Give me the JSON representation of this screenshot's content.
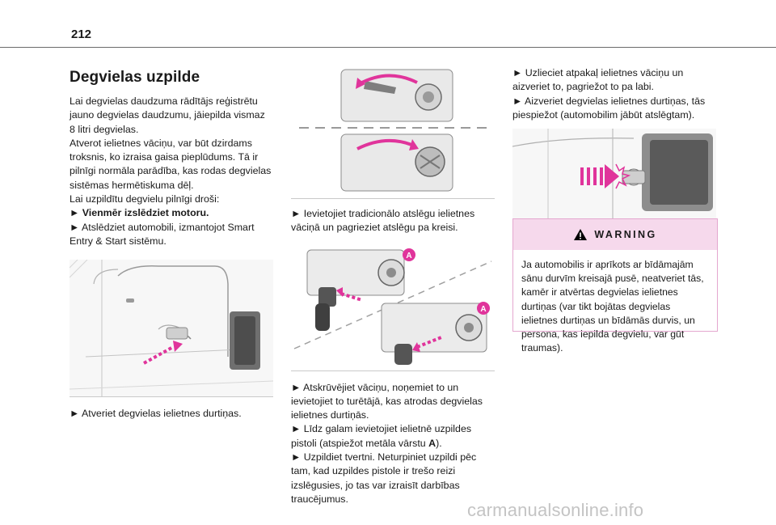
{
  "page": {
    "number": "212"
  },
  "col1": {
    "title": "Degvielas uzpilde",
    "paragraphs": [
      "Lai degvielas daudzuma rādītājs reģistrētu jauno degvielas daudzumu, jāiepilda vismaz 8 litri degvielas.",
      "Atverot ielietnes vāciņu, var būt dzirdams troksnis, ko izraisa gaisa pieplūdums. Tā ir pilnīgi normāla parādība, kas rodas degvielas sistēmas hermētiskuma dēļ.",
      "Lai uzpildītu degvielu pilnīgi droši:"
    ],
    "step_bold": "► Vienmēr izslēdziet motoru.",
    "step2": "► Atslēdziet automobili, izmantojot Smart Entry & Start sistēmu.",
    "caption": "► Atveriet degvielas ielietnes durtiņas."
  },
  "col2": {
    "caption1": "► Ievietojiet tradicionālo atslēgu ielietnes vāciņā un pagrieziet atslēgu pa kreisi.",
    "label_a": "A",
    "caption2_p1": "► Atskrūvējiet vāciņu, noņemiet to un ievietojiet to turētājā, kas atrodas degvielas ielietnes durtiņās.",
    "caption2_p2_pre": "► Līdz galam ievietojiet ielietnē uzpildes pistoli (atspiežot metāla vārstu ",
    "caption2_p2_bold": "A",
    "caption2_p2_post": ").",
    "caption2_p3": "► Uzpildiet tvertni. Neturpiniet uzpildi pēc tam, kad uzpildes pistole ir trešo reizi izslēgusies, jo tas var izraisīt darbības traucējumus."
  },
  "col3": {
    "caption1": "► Uzlieciet atpakaļ ielietnes vāciņu un aizveriet to, pagriežot to pa labi.",
    "caption2": "► Aizveriet degvielas ielietnes durtiņas, tās piespiežot (automobilim jābūt atslēgtam).",
    "warning": {
      "title": "WARNING",
      "text": "Ja automobilis ir aprīkots ar bīdāmajām sānu durvīm kreisajā pusē, neatveriet tās, kamēr ir atvērtas degvielas ielietnes durtiņas (var tikt bojātas degvielas ielietnes durtiņas un bīdāmās durvis, un persona, kas iepilda degvielu, var gūt traumas)."
    }
  },
  "colors": {
    "accent_magenta": "#e0349b",
    "warning_bg": "#f6d9ec",
    "rule": "#6b6b6b"
  },
  "footer": {
    "watermark": "carmanualsonline.info"
  }
}
